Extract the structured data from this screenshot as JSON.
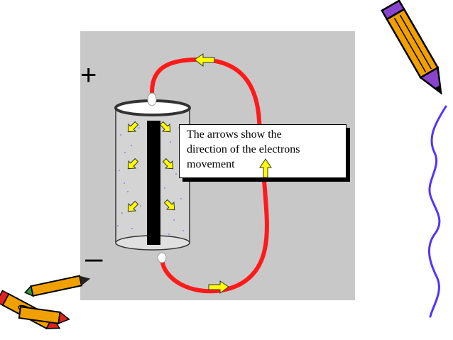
{
  "terminals": {
    "positive": "+",
    "negative": "–"
  },
  "note": {
    "line1": "The arrows  show the",
    "line2": "direction of the electrons",
    "line3": "movement"
  },
  "colors": {
    "panel": "#c8c8c8",
    "wire": "#ff1a1a",
    "arrow": "#ffff00",
    "rod": "#000000",
    "pencil_body": "#f0a000",
    "squiggle": "#5533ff"
  },
  "icons": [
    "pencil-clipart-icon",
    "crayons-clipart-icon",
    "blue-squiggle-line"
  ]
}
